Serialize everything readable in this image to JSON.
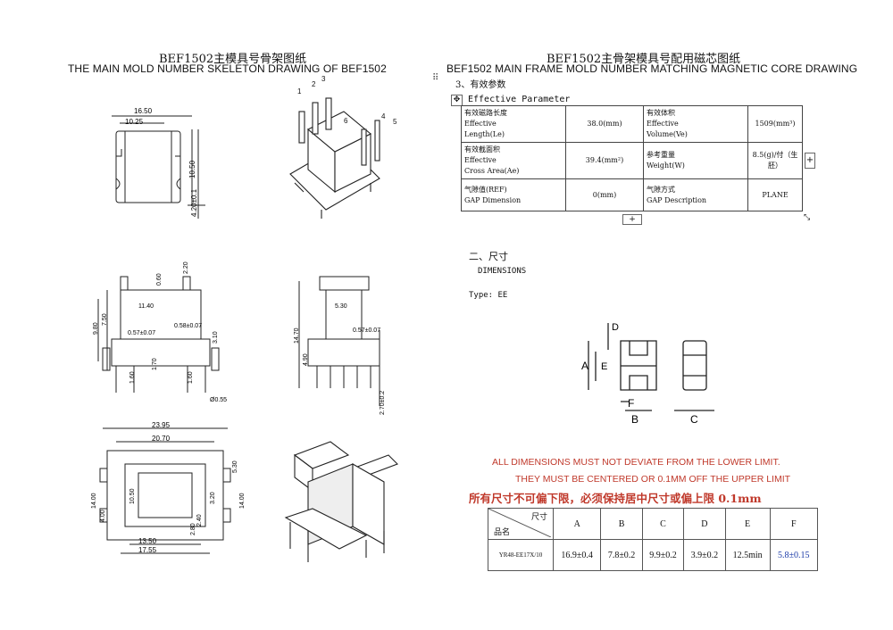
{
  "left": {
    "title_cn": "BEF1502主模具号骨架图纸",
    "title_en": "THE MAIN MOLD NUMBER SKELETON DRAWING OF BEF1502",
    "dims": {
      "d1": "16.50",
      "d2": "10.25",
      "d3": "10.50",
      "d4": "4.20±0.1",
      "d5": "0.60",
      "d6": "2.20",
      "d7": "11.40",
      "d8": "0.58±0.07",
      "d9": "0.57±0.07",
      "d10": "9.80",
      "d11": "7.50",
      "d12": "1.60",
      "d13": "1.70",
      "d14": "1.60",
      "d15": "3.10",
      "d16": "Ø0.55",
      "d17": "5.30",
      "d18": "0.57±0.07",
      "d19": "14.70",
      "d20": "4.90",
      "d21": "2.70±0.2",
      "d22": "23.95",
      "d23": "20.70",
      "d24": "14.00",
      "d25": "10.50",
      "d26": "5.30",
      "d27": "14.00",
      "d28": "3.20",
      "d29": "2.40",
      "d30": "2.80",
      "d31": "4.00",
      "d32": "13.50",
      "d33": "17.55"
    }
  },
  "right": {
    "title_cn": "BEF1502主骨架模具号配用磁芯图纸",
    "title_en": "BEF1502 MAIN FRAME MOLD NUMBER MATCHING MAGNETIC CORE DRAWING",
    "section3": "3、有效参数",
    "effective_parameter": "Effective Parameter",
    "params": [
      {
        "label_cn": "有效磁路长度",
        "label_en1": "Effective",
        "label_en2": "Length(Le)",
        "value": "38.0(mm)",
        "label2_cn": "有效体积",
        "label2_en1": "Effective",
        "label2_en2": "Volume(Ve)",
        "value2": "1509(mm³)"
      },
      {
        "label_cn": "有效截面积",
        "label_en1": "Effective",
        "label_en2": "Cross Area(Ae)",
        "value": "39.4(mm²)",
        "label2_cn": "参考重量",
        "label2_en1": "Weight(W)",
        "label2_en2": "",
        "value2": "8.5(g)/付（生胚）"
      },
      {
        "label_cn": "气隙值(REF)",
        "label_en1": "GAP Dimension",
        "label_en2": "",
        "value": "0(mm)",
        "label2_cn": "气隙方式",
        "label2_en1": "GAP Description",
        "label2_en2": "",
        "value2": "PLANE"
      }
    ],
    "section2": "二、尺寸",
    "dimensions": "DIMENSIONS",
    "type": "Type: EE",
    "core_labels": {
      "A": "A",
      "B": "B",
      "C": "C",
      "D": "D",
      "E": "E",
      "F": "F"
    },
    "notice1": "ALL DIMENSIONS MUST NOT DEVIATE FROM THE LOWER LIMIT.",
    "notice2": "THEY MUST BE CENTERED OR 0.1MM OFF THE UPPER LIMIT",
    "notice_cn": "所有尺寸不可偏下限，必须保持居中尺寸或偏上限 0.1mm",
    "table": {
      "corner_top": "尺寸",
      "corner_bottom": "品名",
      "headers": [
        "A",
        "B",
        "C",
        "D",
        "E",
        "F"
      ],
      "row_name": "YR48-EE17X/10",
      "values": [
        "16.9±0.4",
        "7.8±0.2",
        "9.9±0.2",
        "3.9±0.2",
        "12.5min",
        "5.8±0.15"
      ]
    },
    "expand_icons": [
      "+",
      "+",
      "+"
    ]
  },
  "colors": {
    "red": "#c0392b",
    "blue": "#1a3aa8",
    "line": "#222"
  }
}
